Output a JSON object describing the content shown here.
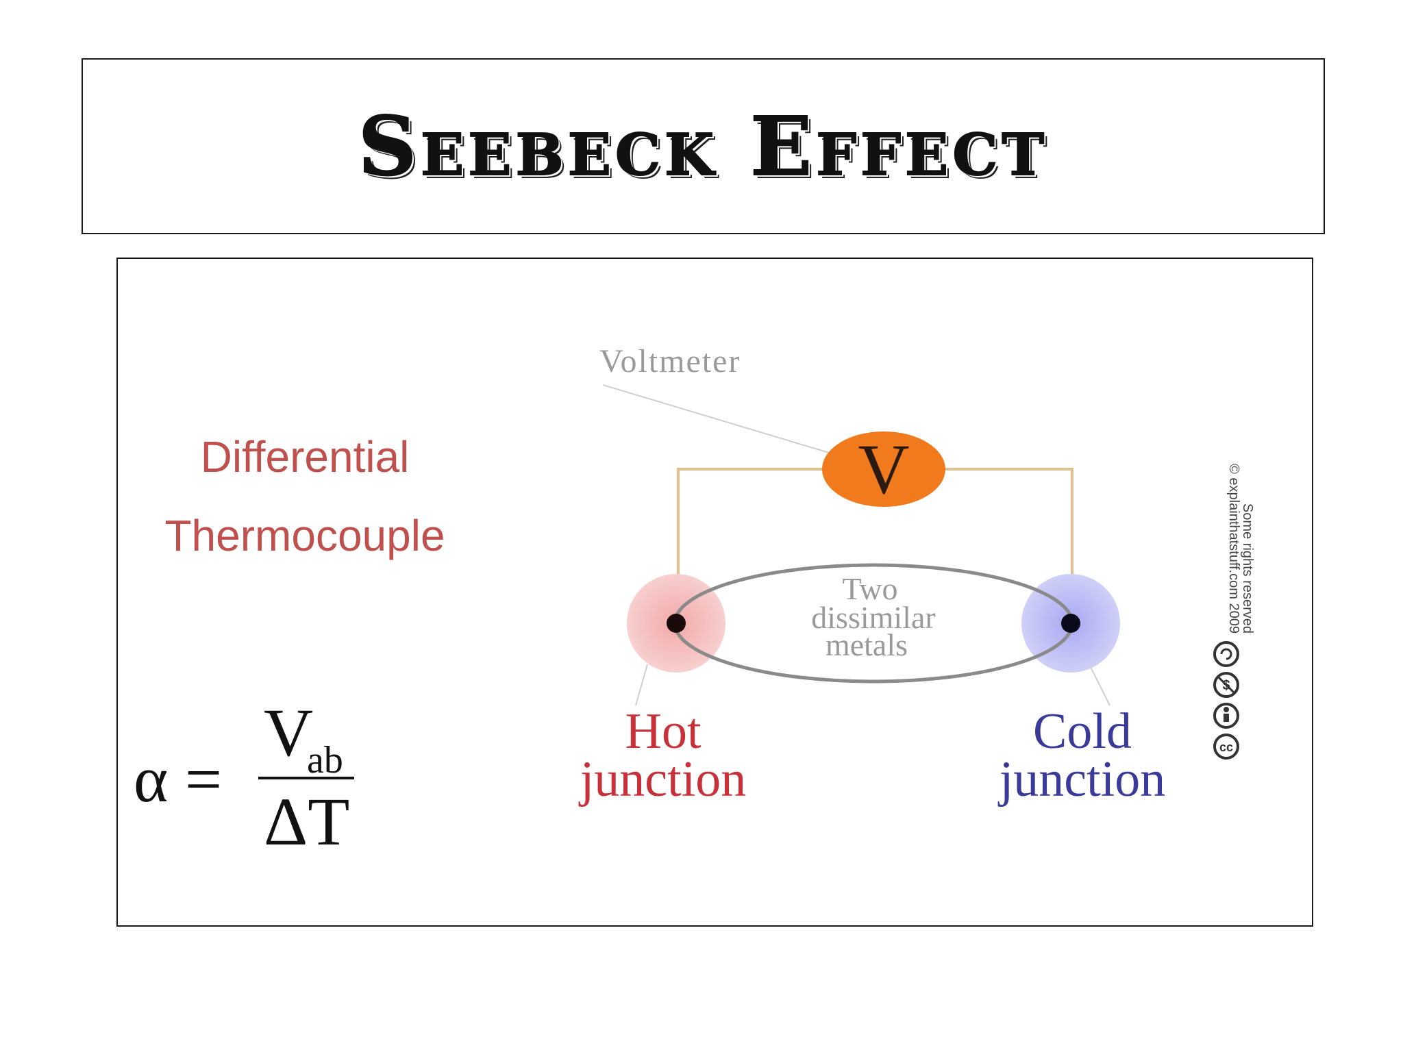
{
  "slide": {
    "title": "Seebeck Effect",
    "label": {
      "line1": "Differential",
      "line2": "Thermocouple"
    },
    "formula": {
      "lhs": "α",
      "equals": "=",
      "numerator": "V",
      "numerator_subscript": "ab",
      "denominator": "ΔT"
    }
  },
  "diagram": {
    "voltmeter_label": "Voltmeter",
    "voltmeter_symbol": "V",
    "metals_line1": "Two",
    "metals_line2": "dissimilar",
    "metals_line3": "metals",
    "hot_line1": "Hot",
    "hot_line2": "junction",
    "cold_line1": "Cold",
    "cold_line2": "junction",
    "credit_line1": "© explainthatstuff.com 2009",
    "credit_line2": "Some rights reserved",
    "colors": {
      "text_accent": "#c0504d",
      "voltmeter_fill": "#f07a1c",
      "hot_glow": "#f4b8b8",
      "cold_glow": "#b8b8f4",
      "hot_text": "#c8303a",
      "cold_text": "#3a3a9a",
      "wire": "#e0bf8f"
    },
    "icons": [
      "cc-icon",
      "by-icon",
      "nc-icon",
      "sa-icon"
    ]
  }
}
